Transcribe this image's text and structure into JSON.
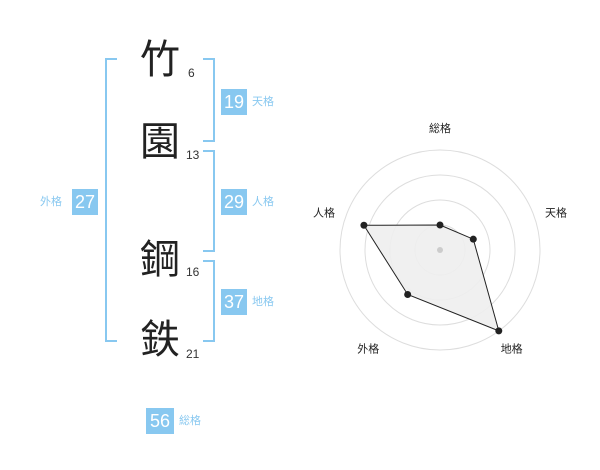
{
  "name": {
    "chars": [
      {
        "char": "竹",
        "strokes": "6"
      },
      {
        "char": "園",
        "strokes": "13"
      },
      {
        "char": "鋼",
        "strokes": "16"
      },
      {
        "char": "鉄",
        "strokes": "21"
      }
    ]
  },
  "fortunes": {
    "tenkaku": {
      "value": "19",
      "label": "天格"
    },
    "jinkaku": {
      "value": "29",
      "label": "人格"
    },
    "chikaku": {
      "value": "37",
      "label": "地格"
    },
    "gaikaku": {
      "value": "27",
      "label": "外格"
    },
    "soukaku": {
      "value": "56",
      "label": "総格"
    }
  },
  "colors": {
    "accent": "#88c8f0",
    "radar_fill": "#eeeeee",
    "radar_line": "#222222",
    "ring": "#dddddd"
  },
  "chart_data": {
    "type": "radar",
    "axes": [
      "総格",
      "天格",
      "地格",
      "外格",
      "人格"
    ],
    "values": [
      0.25,
      0.35,
      1.0,
      0.55,
      0.8
    ],
    "rings": 4,
    "range": [
      0,
      1
    ]
  }
}
